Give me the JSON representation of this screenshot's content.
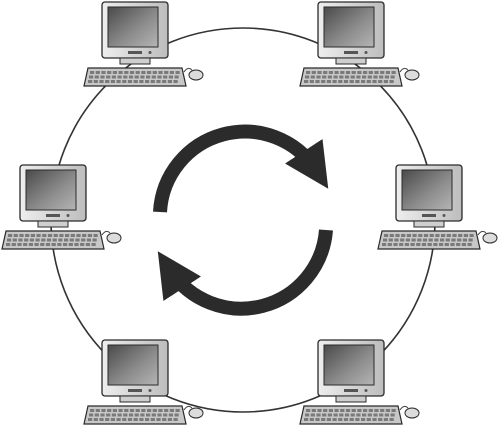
{
  "diagram": {
    "type": "ring-network",
    "nodes": [
      {
        "kind": "computer-workstation",
        "icon": "desktop-computer-icon",
        "position": "top-left"
      },
      {
        "kind": "computer-workstation",
        "icon": "desktop-computer-icon",
        "position": "top-right"
      },
      {
        "kind": "computer-workstation",
        "icon": "desktop-computer-icon",
        "position": "middle-left"
      },
      {
        "kind": "computer-workstation",
        "icon": "desktop-computer-icon",
        "position": "middle-right"
      },
      {
        "kind": "computer-workstation",
        "icon": "desktop-computer-icon",
        "position": "bottom-left"
      },
      {
        "kind": "computer-workstation",
        "icon": "desktop-computer-icon",
        "position": "bottom-right"
      }
    ],
    "center_icon": "circular-sync-arrows-icon",
    "colors": {
      "ring_line": "#333333",
      "arrows": "#2b2b2b",
      "monitor_body": "#d9d9d9",
      "monitor_outline": "#2a2a2a",
      "screen": "#6e6e6e",
      "keyboard": "#c8c8c8",
      "background": "#ffffff"
    }
  }
}
